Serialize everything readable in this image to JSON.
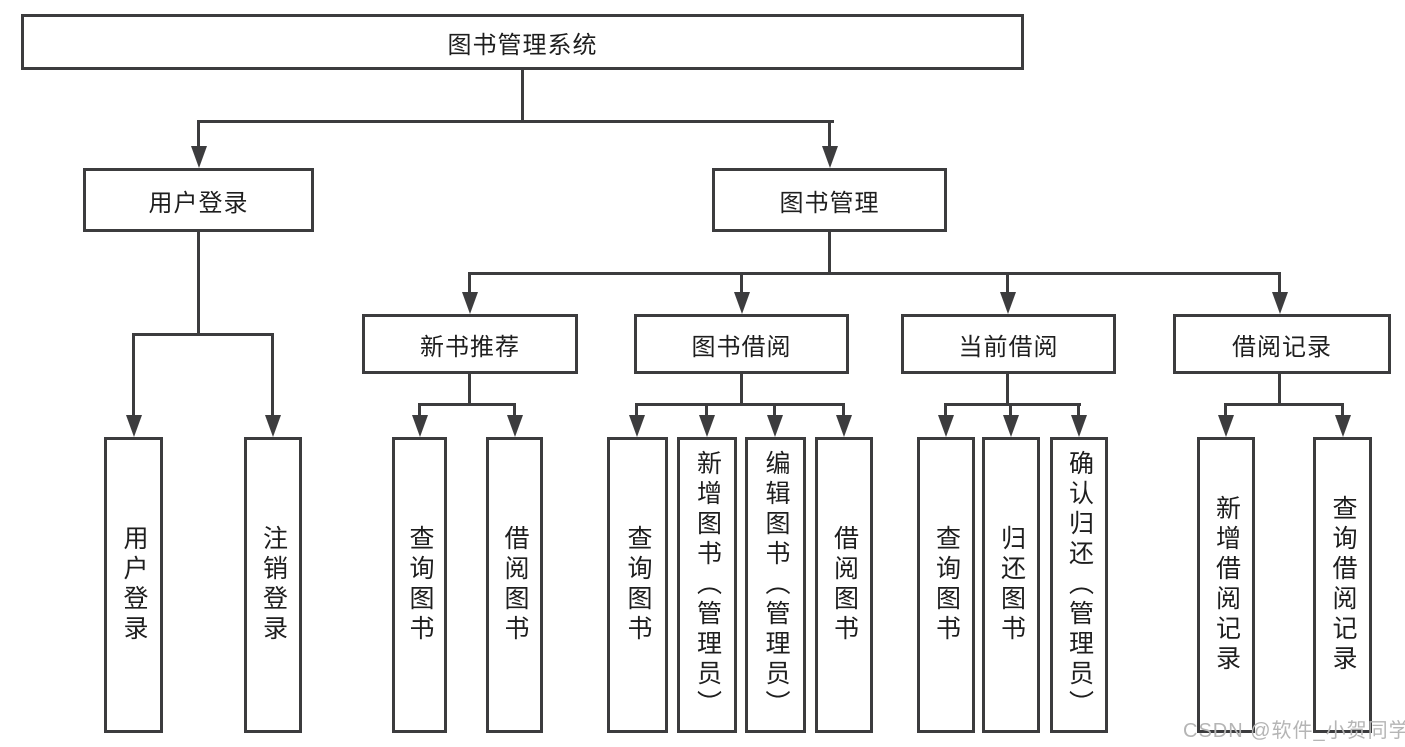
{
  "diagram": {
    "watermark": "CSDN @软件_小贺同学",
    "colors": {
      "line": "#3c3c3e",
      "box_border": "#3c3c3e",
      "text": "#1e1e1e",
      "watermark": "#b5b5b5",
      "background": "#ffffff"
    },
    "tree": {
      "label": "图书管理系统",
      "children": [
        {
          "label": "用户登录",
          "children": [
            {
              "label": "用户登录"
            },
            {
              "label": "注销登录"
            }
          ]
        },
        {
          "label": "图书管理",
          "children": [
            {
              "label": "新书推荐",
              "children": [
                {
                  "label": "查询图书"
                },
                {
                  "label": "借阅图书"
                }
              ]
            },
            {
              "label": "图书借阅",
              "children": [
                {
                  "label": "查询图书"
                },
                {
                  "label": "新增图书（管理员）"
                },
                {
                  "label": "编辑图书（管理员）"
                },
                {
                  "label": "借阅图书"
                }
              ]
            },
            {
              "label": "当前借阅",
              "children": [
                {
                  "label": "查询图书"
                },
                {
                  "label": "归还图书"
                },
                {
                  "label": "确认归还（管理员）"
                }
              ]
            },
            {
              "label": "借阅记录",
              "children": [
                {
                  "label": "新增借阅记录"
                },
                {
                  "label": "查询借阅记录"
                }
              ]
            }
          ]
        }
      ]
    }
  }
}
